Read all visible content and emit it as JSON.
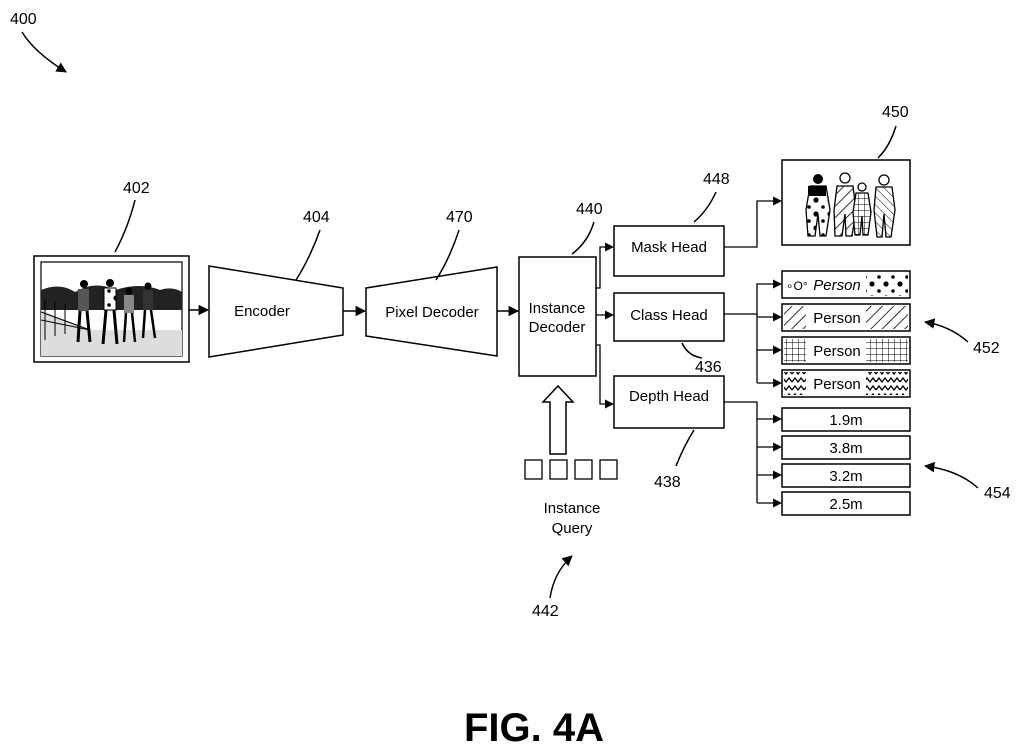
{
  "figure": {
    "ref": "400",
    "title": "FIG. 4A"
  },
  "input_image": {
    "ref": "402"
  },
  "encoder": {
    "ref": "404",
    "label": "Encoder"
  },
  "pixel_decoder": {
    "ref": "470",
    "label": "Pixel Decoder"
  },
  "instance_decoder": {
    "ref": "440",
    "label_line1": "Instance",
    "label_line2": "Decoder"
  },
  "instance_query": {
    "ref": "442",
    "label_line1": "Instance",
    "label_line2": "Query"
  },
  "mask_head": {
    "ref": "448",
    "label": "Mask Head"
  },
  "class_head": {
    "ref": "436",
    "label": "Class Head"
  },
  "depth_head": {
    "ref": "438",
    "label": "Depth Head"
  },
  "mask_output": {
    "ref": "450"
  },
  "class_outputs": {
    "ref": "452",
    "items": [
      "Person",
      "Person",
      "Person",
      "Person"
    ]
  },
  "depth_outputs": {
    "ref": "454",
    "items": [
      "1.9m",
      "3.8m",
      "3.2m",
      "2.5m"
    ]
  }
}
